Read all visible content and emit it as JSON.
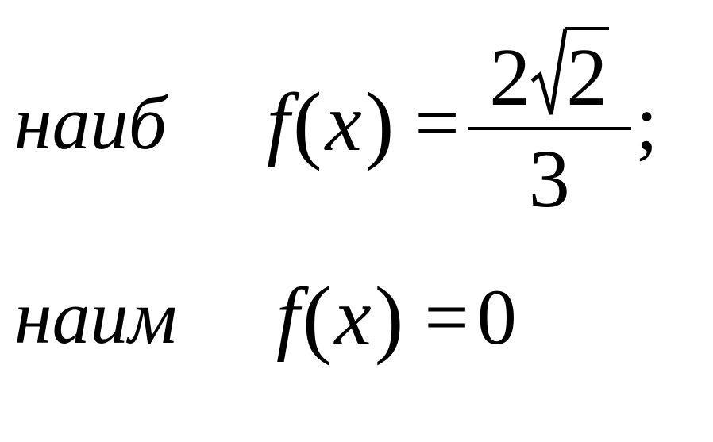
{
  "formula": {
    "line1": {
      "word": "наиб",
      "function": "f",
      "open_paren": "(",
      "variable": "x",
      "close_paren": ")",
      "equals": "=",
      "numerator_coefficient": "2",
      "radicand": "2",
      "denominator": "3",
      "terminator": ";"
    },
    "line2": {
      "word": "наим",
      "function": "f",
      "open_paren": "(",
      "variable": "x",
      "close_paren": ")",
      "equals": "=",
      "value": "0"
    }
  }
}
